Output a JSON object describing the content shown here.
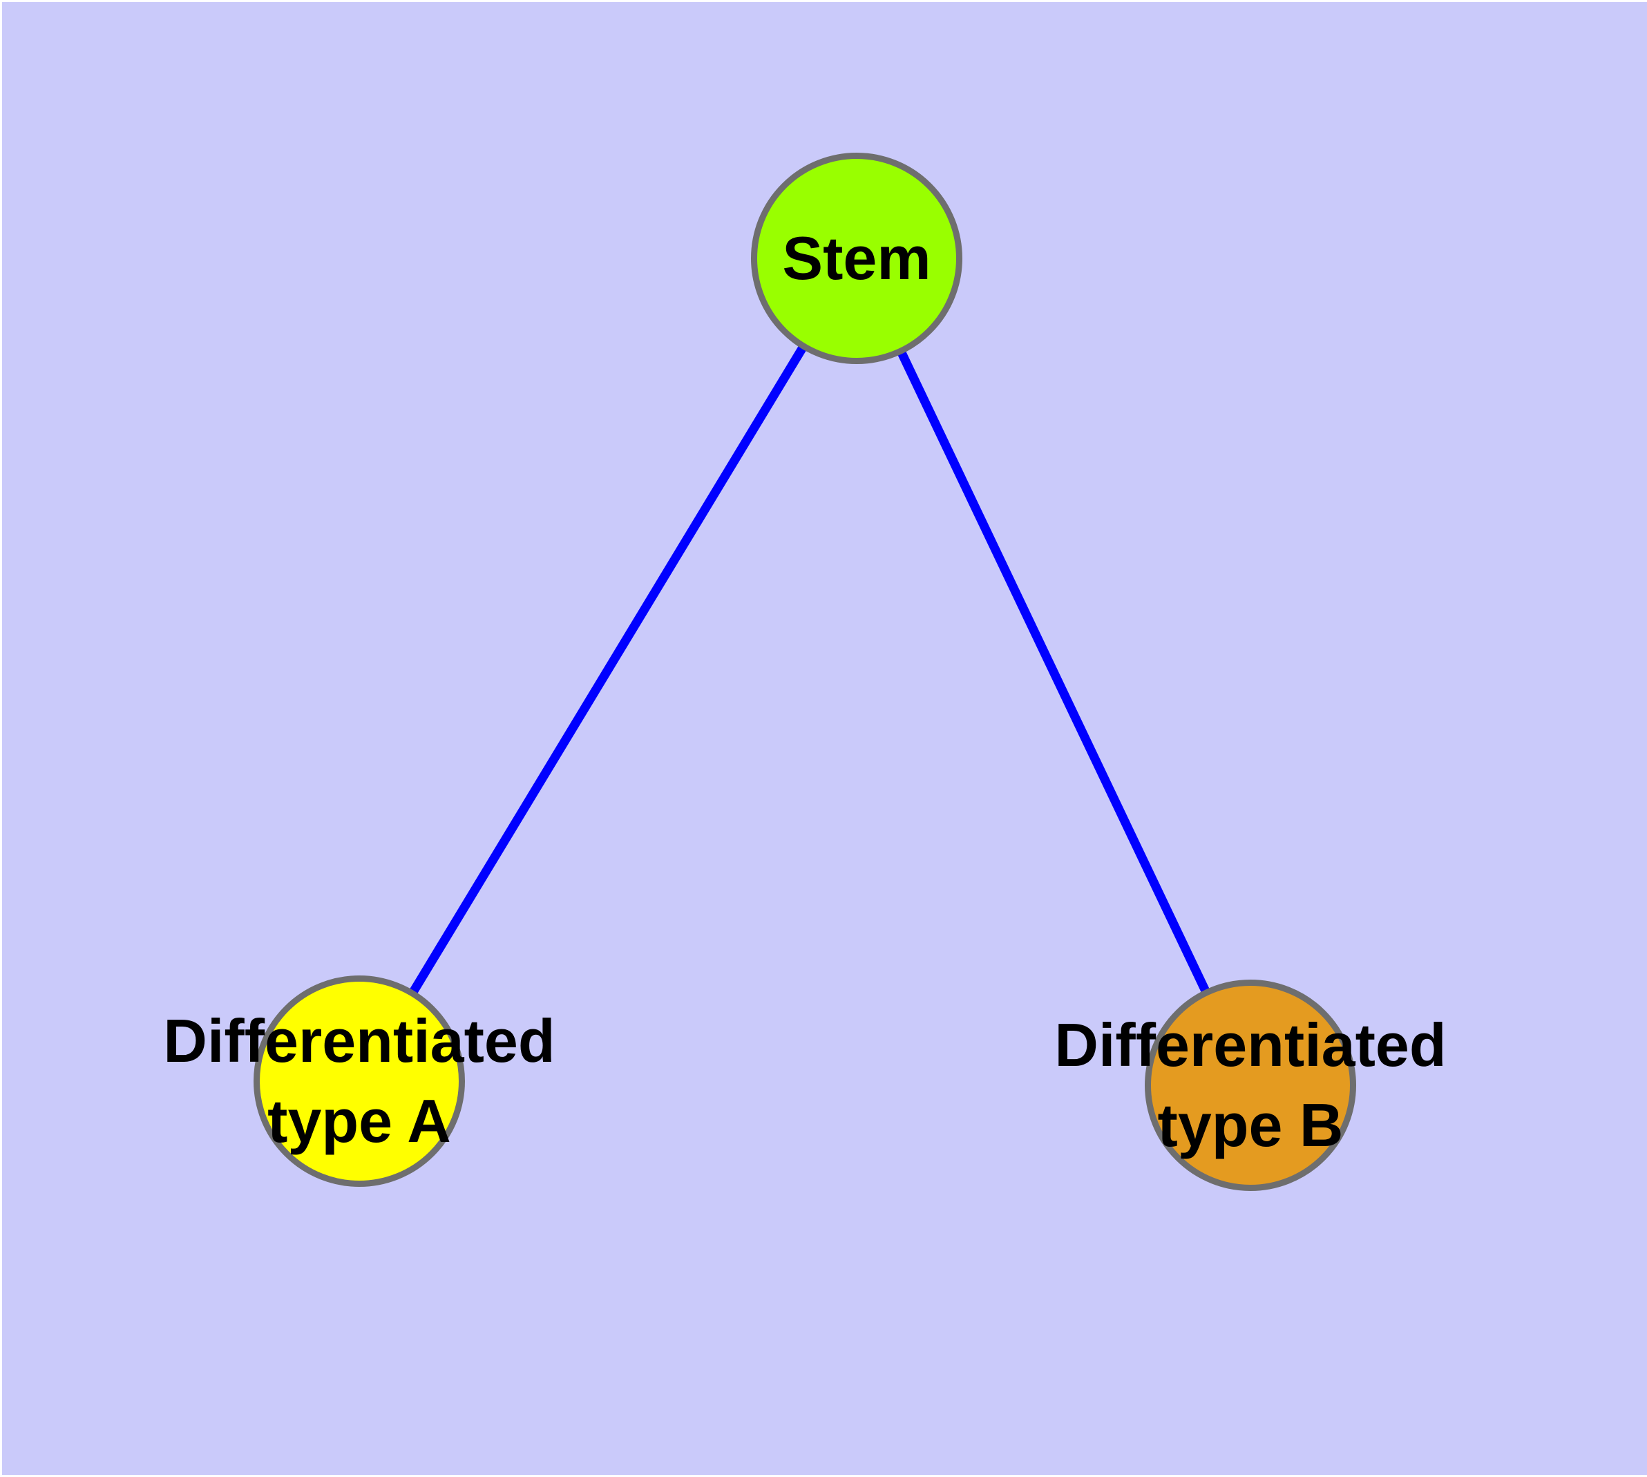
{
  "diagram": {
    "type": "node-link-graph",
    "background_color": "#CACAFA",
    "frame_color": "#FFFFFF",
    "edge_color": "#0000FF",
    "node_border_color": "#6E6E6E",
    "text_color": "#000000",
    "nodes": [
      {
        "id": "stem",
        "label": "Stem",
        "label_line1": "Stem",
        "label_line2": "",
        "fill": "#99FF00"
      },
      {
        "id": "type-a",
        "label": "Differentiated type A",
        "label_line1": "Differentiated",
        "label_line2": "type A",
        "fill": "#FFFF00"
      },
      {
        "id": "type-b",
        "label": "Differentiated type B",
        "label_line1": "Differentiated",
        "label_line2": "type B",
        "fill": "#E49B20"
      }
    ],
    "edges": [
      {
        "from": "Stem",
        "to": "Differentiated type A"
      },
      {
        "from": "Stem",
        "to": "Differentiated type B"
      }
    ]
  }
}
